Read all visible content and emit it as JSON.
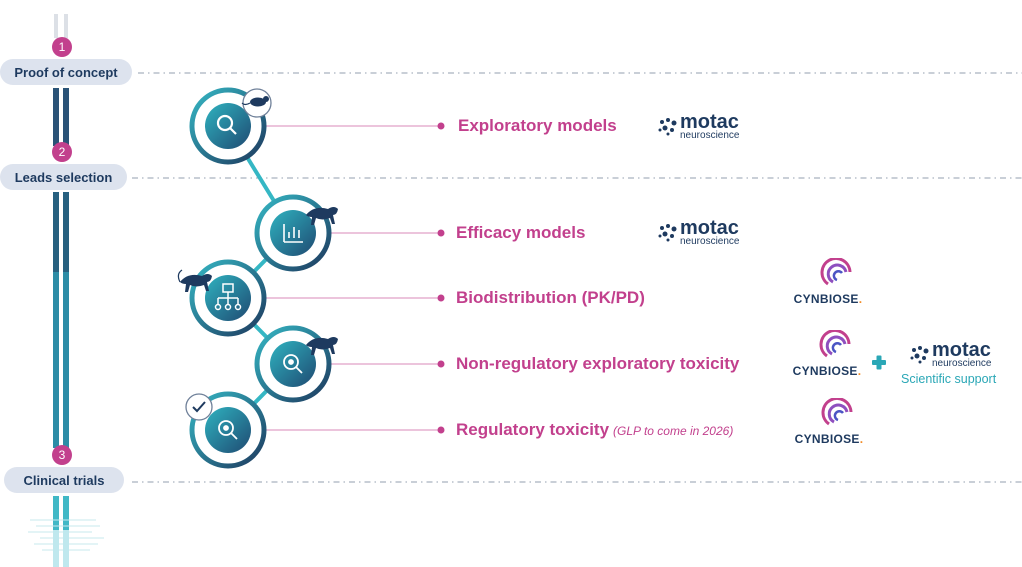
{
  "stages": [
    {
      "number": "1",
      "label": "Proof of concept"
    },
    {
      "number": "2",
      "label": "Leads selection"
    },
    {
      "number": "3",
      "label": "Clinical trials"
    }
  ],
  "steps": [
    {
      "label": "Exploratory models",
      "note": "",
      "icon": "magnifier-icon",
      "animal": "rodent-icon"
    },
    {
      "label": "Efficacy models",
      "note": "",
      "icon": "bar-chart-icon",
      "animal": "monkey-icon"
    },
    {
      "label": "Biodistribution (PK/PD)",
      "note": "",
      "icon": "distribution-tree-icon",
      "animal": "monkey-icon"
    },
    {
      "label": "Non-regulatory exploratory toxicity",
      "note": "",
      "icon": "toxicity-magnifier-icon",
      "animal": "monkey-icon"
    },
    {
      "label": "Regulatory toxicity",
      "note": "(GLP to come in 2026)",
      "icon": "toxicity-magnifier-icon",
      "animal": "checkmark-icon"
    }
  ],
  "partners": {
    "motac": {
      "name": "motac",
      "sub": "neuroscience"
    },
    "cynbiose": {
      "name": "CYNBIOSE",
      "dot": "."
    },
    "support_text": "Scientific support"
  },
  "colors": {
    "magenta": "#c2408d",
    "navy": "#1e3a5f",
    "teal": "#2aa7b6",
    "pill_bg": "#dde3ee"
  }
}
